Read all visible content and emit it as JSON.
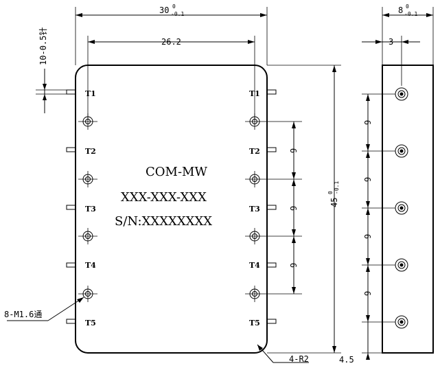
{
  "dimensions": {
    "width_total": "30",
    "width_total_tol_upper": "0",
    "width_total_tol_lower": "-0.1",
    "width_inner": "26.2",
    "depth_total": "8",
    "depth_total_tol_upper": "0",
    "depth_total_tol_lower": "-0.1",
    "depth_offset": "3",
    "pin_size": "10-0.5针",
    "height_total": "45",
    "height_total_tol_upper": "0",
    "height_total_tol_lower": "-0.1",
    "pitch_right": [
      "9",
      "9",
      "9"
    ],
    "pitch_side": [
      "9",
      "9",
      "9",
      "9"
    ],
    "bottom_offset": "4.5"
  },
  "labels": {
    "product_name": "COM-MW",
    "model_code": "XXX-XXX-XXX",
    "serial": "S/N:XXXXXXXX",
    "thread_note": "8-M1.6通",
    "radius_note": "4-R2"
  },
  "pins_left": [
    "T1",
    "T2",
    "T3",
    "T4",
    "T5"
  ],
  "pins_right": [
    "T1",
    "T2",
    "T3",
    "T4",
    "T5"
  ]
}
